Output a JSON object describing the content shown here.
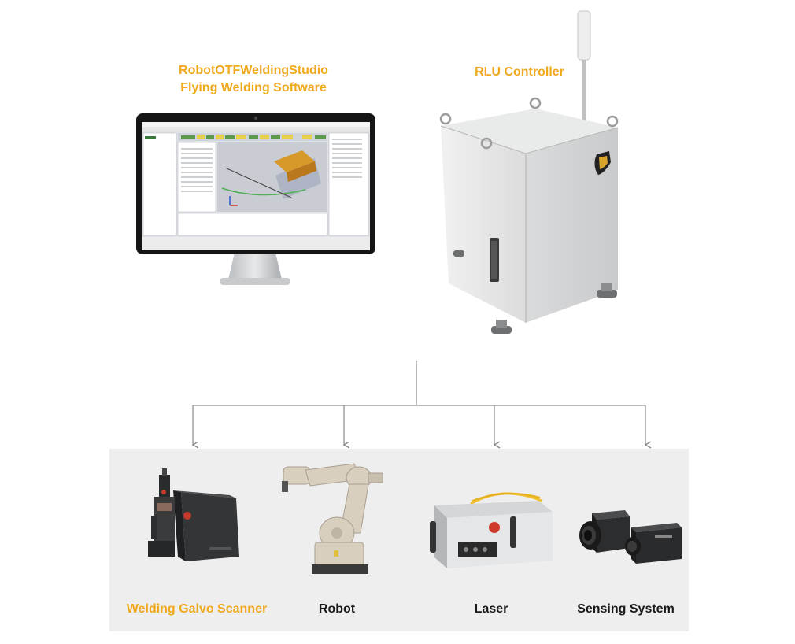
{
  "software": {
    "title_line1": "RobotOTFWeldingStudio",
    "title_line2": "Flying Welding Software"
  },
  "controller": {
    "title": "RLU Controller"
  },
  "devices": [
    {
      "label": "Welding Galvo Scanner",
      "color": "#f0a81e"
    },
    {
      "label": "Robot",
      "color": "#1a1a1a"
    },
    {
      "label": "Laser",
      "color": "#1a1a1a"
    },
    {
      "label": "Sensing System",
      "color": "#1a1a1a"
    }
  ],
  "colors": {
    "accent": "#f0a81e",
    "panel_bg": "#eeeeef",
    "connector": "#8a8a8a"
  }
}
